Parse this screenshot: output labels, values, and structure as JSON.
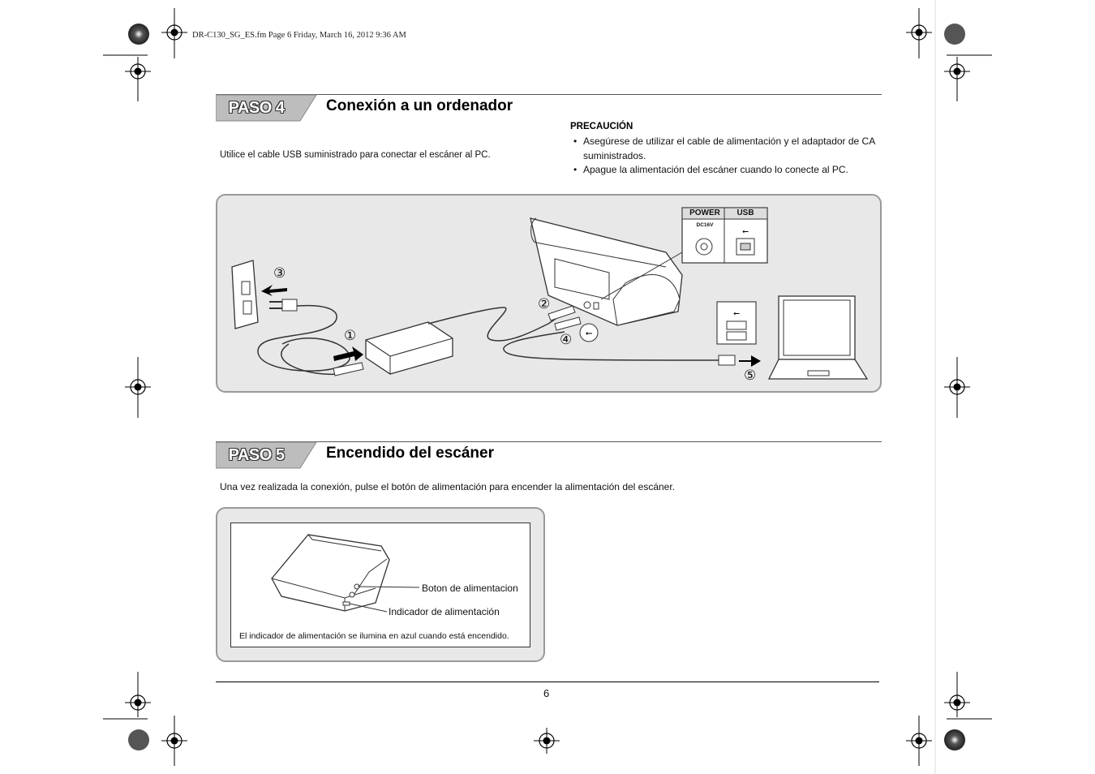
{
  "header": {
    "file_info": "DR-C130_SG_ES.fm  Page 6  Friday, March 16, 2012  9:36 AM"
  },
  "step4": {
    "tab_label": "PASO 4",
    "title": "Conexión a un ordenador",
    "instruction": "Utilice el cable USB suministrado para conectar el escáner al PC.",
    "caution_title": "PRECAUCIÓN",
    "caution_items": [
      "Asegúrese de utilizar el cable de alimentación y el adaptador de CA suministrados.",
      "Apague la alimentación del escáner cuando lo conecte al PC."
    ],
    "diagram": {
      "power_label": "POWER",
      "usb_label": "USB",
      "dc_label": "DC16V",
      "callouts": [
        "①",
        "②",
        "③",
        "④",
        "⑤"
      ]
    }
  },
  "step5": {
    "tab_label": "PASO 5",
    "title": "Encendido del escáner",
    "instruction": "Una vez realizada la conexión, pulse el botón de alimentación para encender la alimentación del escáner.",
    "power_button_label": "Boton de alimentacion",
    "power_indicator_label": "Indicador de alimentación",
    "note": "El indicador de alimentación se ilumina en azul cuando está encendido."
  },
  "footer": {
    "page_number": "6"
  }
}
